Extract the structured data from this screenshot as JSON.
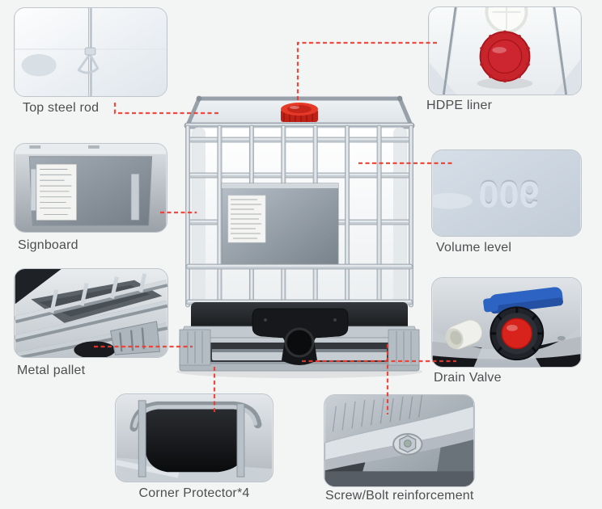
{
  "product_diagram": {
    "features": [
      {
        "id": "top-steel-rod",
        "label": "Top steel rod"
      },
      {
        "id": "hdpe-liner",
        "label": "HDPE liner"
      },
      {
        "id": "signboard",
        "label": "Signboard"
      },
      {
        "id": "volume-level",
        "label": "Volume level"
      },
      {
        "id": "metal-pallet",
        "label": "Metal pallet"
      },
      {
        "id": "drain-valve",
        "label": "Drain Valve"
      },
      {
        "id": "corner-protector",
        "label": "Corner Protector*4"
      },
      {
        "id": "screw-bolt",
        "label": "Screw/Bolt reinforcement"
      }
    ],
    "volume_embossed_text": "900",
    "colors": {
      "background": "#f3f4f4",
      "leader_line_red": "#ee392c",
      "cap_red": "#d8261d",
      "valve_handle_blue": "#2d63c2",
      "label_text": "#4c4e50"
    }
  }
}
